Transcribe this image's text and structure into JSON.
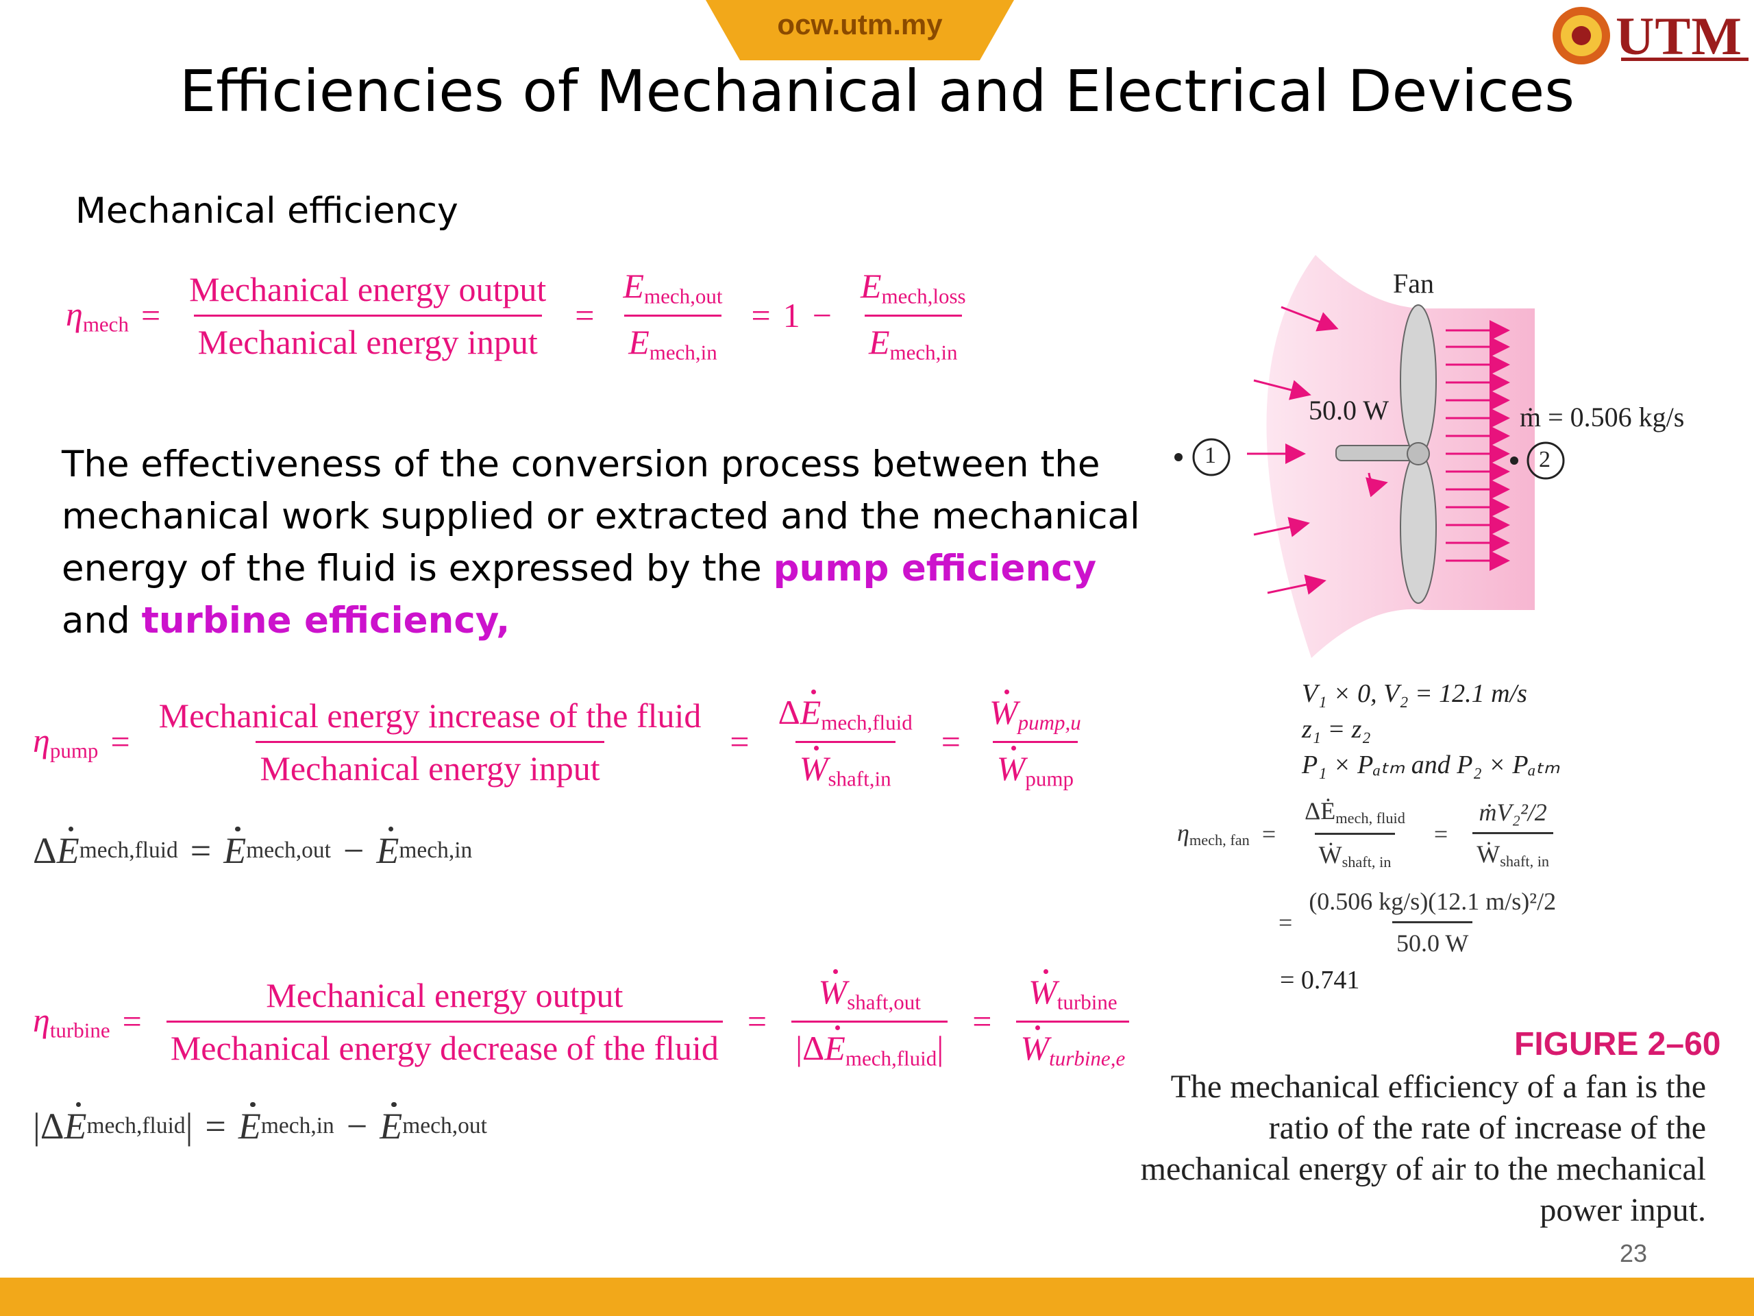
{
  "header": {
    "site": "ocw.utm.my",
    "logo": "UTM",
    "title": "Efficiencies of Mechanical and Electrical Devices"
  },
  "section": {
    "mech_heading": "Mechanical efficiency"
  },
  "paragraph": {
    "part1": "The effectiveness of the conversion process between the mechanical work supplied or extracted and the mechanical energy of the fluid is expressed by the ",
    "pump": "pump efficiency",
    "and": " and ",
    "turbine": "turbine efficiency",
    "comma": ","
  },
  "eq_mech": {
    "eta": "η",
    "eta_sub": "mech",
    "num1": "Mechanical energy output",
    "den1": "Mechanical energy input",
    "e": "E",
    "sub_out": "mech,out",
    "sub_in": "mech,in",
    "sub_loss": "mech,loss",
    "one": "1",
    "eq": "=",
    "minus": "−"
  },
  "eq_pump": {
    "eta_sub": "pump",
    "num1": "Mechanical energy increase of the fluid",
    "den1": "Mechanical energy input",
    "delta": "Δ",
    "sub_fluid": "mech,fluid",
    "w": "W",
    "sub_shaft_in": "shaft,in",
    "sub_pump_u": "pump,u",
    "sub_pump": "pump"
  },
  "eq_delta": {
    "lhs_sub": "mech,fluid",
    "sub_out": "mech,out",
    "sub_in": "mech,in"
  },
  "eq_turbine": {
    "eta_sub": "turbine",
    "num1": "Mechanical energy output",
    "den1": "Mechanical energy decrease of the fluid",
    "sub_shaft_out": "shaft,out",
    "sub_fluid": "mech,fluid",
    "sub_turbine": "turbine",
    "sub_turbine_e": "turbine,e",
    "bar": "|"
  },
  "eq_abs": {
    "sub_fluid": "mech,fluid",
    "sub_in": "mech,in",
    "sub_out": "mech,out"
  },
  "figure": {
    "fan": "Fan",
    "power": "50.0 W",
    "mdot": "ṁ = 0.506 kg/s",
    "pt1": "1",
    "pt2": "2",
    "cond1": "V₁ × 0, V₂ = 12.1 m/s",
    "cond2": "z₁ = z₂",
    "cond3": "P₁ × Pₐₜₘ and P₂ × Pₐₜₘ",
    "eta_fan_sub": "mech, fan",
    "f_num1": "ΔĖ",
    "f_num1_sub": "mech, fluid",
    "f_den": "Ẇ",
    "f_den_sub": "shaft, in",
    "f_num2": "ṁV₂²/2",
    "calc_num": "(0.506 kg/s)(12.1 m/s)²/2",
    "calc_den": "50.0 W",
    "result": "= 0.741"
  },
  "fig_label": "FIGURE 2–60",
  "fig_caption": "The mechanical efficiency of a fan is the ratio of the rate of increase of the mechanical energy of air to the mechanical power input.",
  "page_number": "23",
  "colors": {
    "accent_magenta": "#e8127d",
    "highlight": "#cc12cc",
    "footer": "#f2a81a",
    "logo": "#9b1c1c"
  }
}
